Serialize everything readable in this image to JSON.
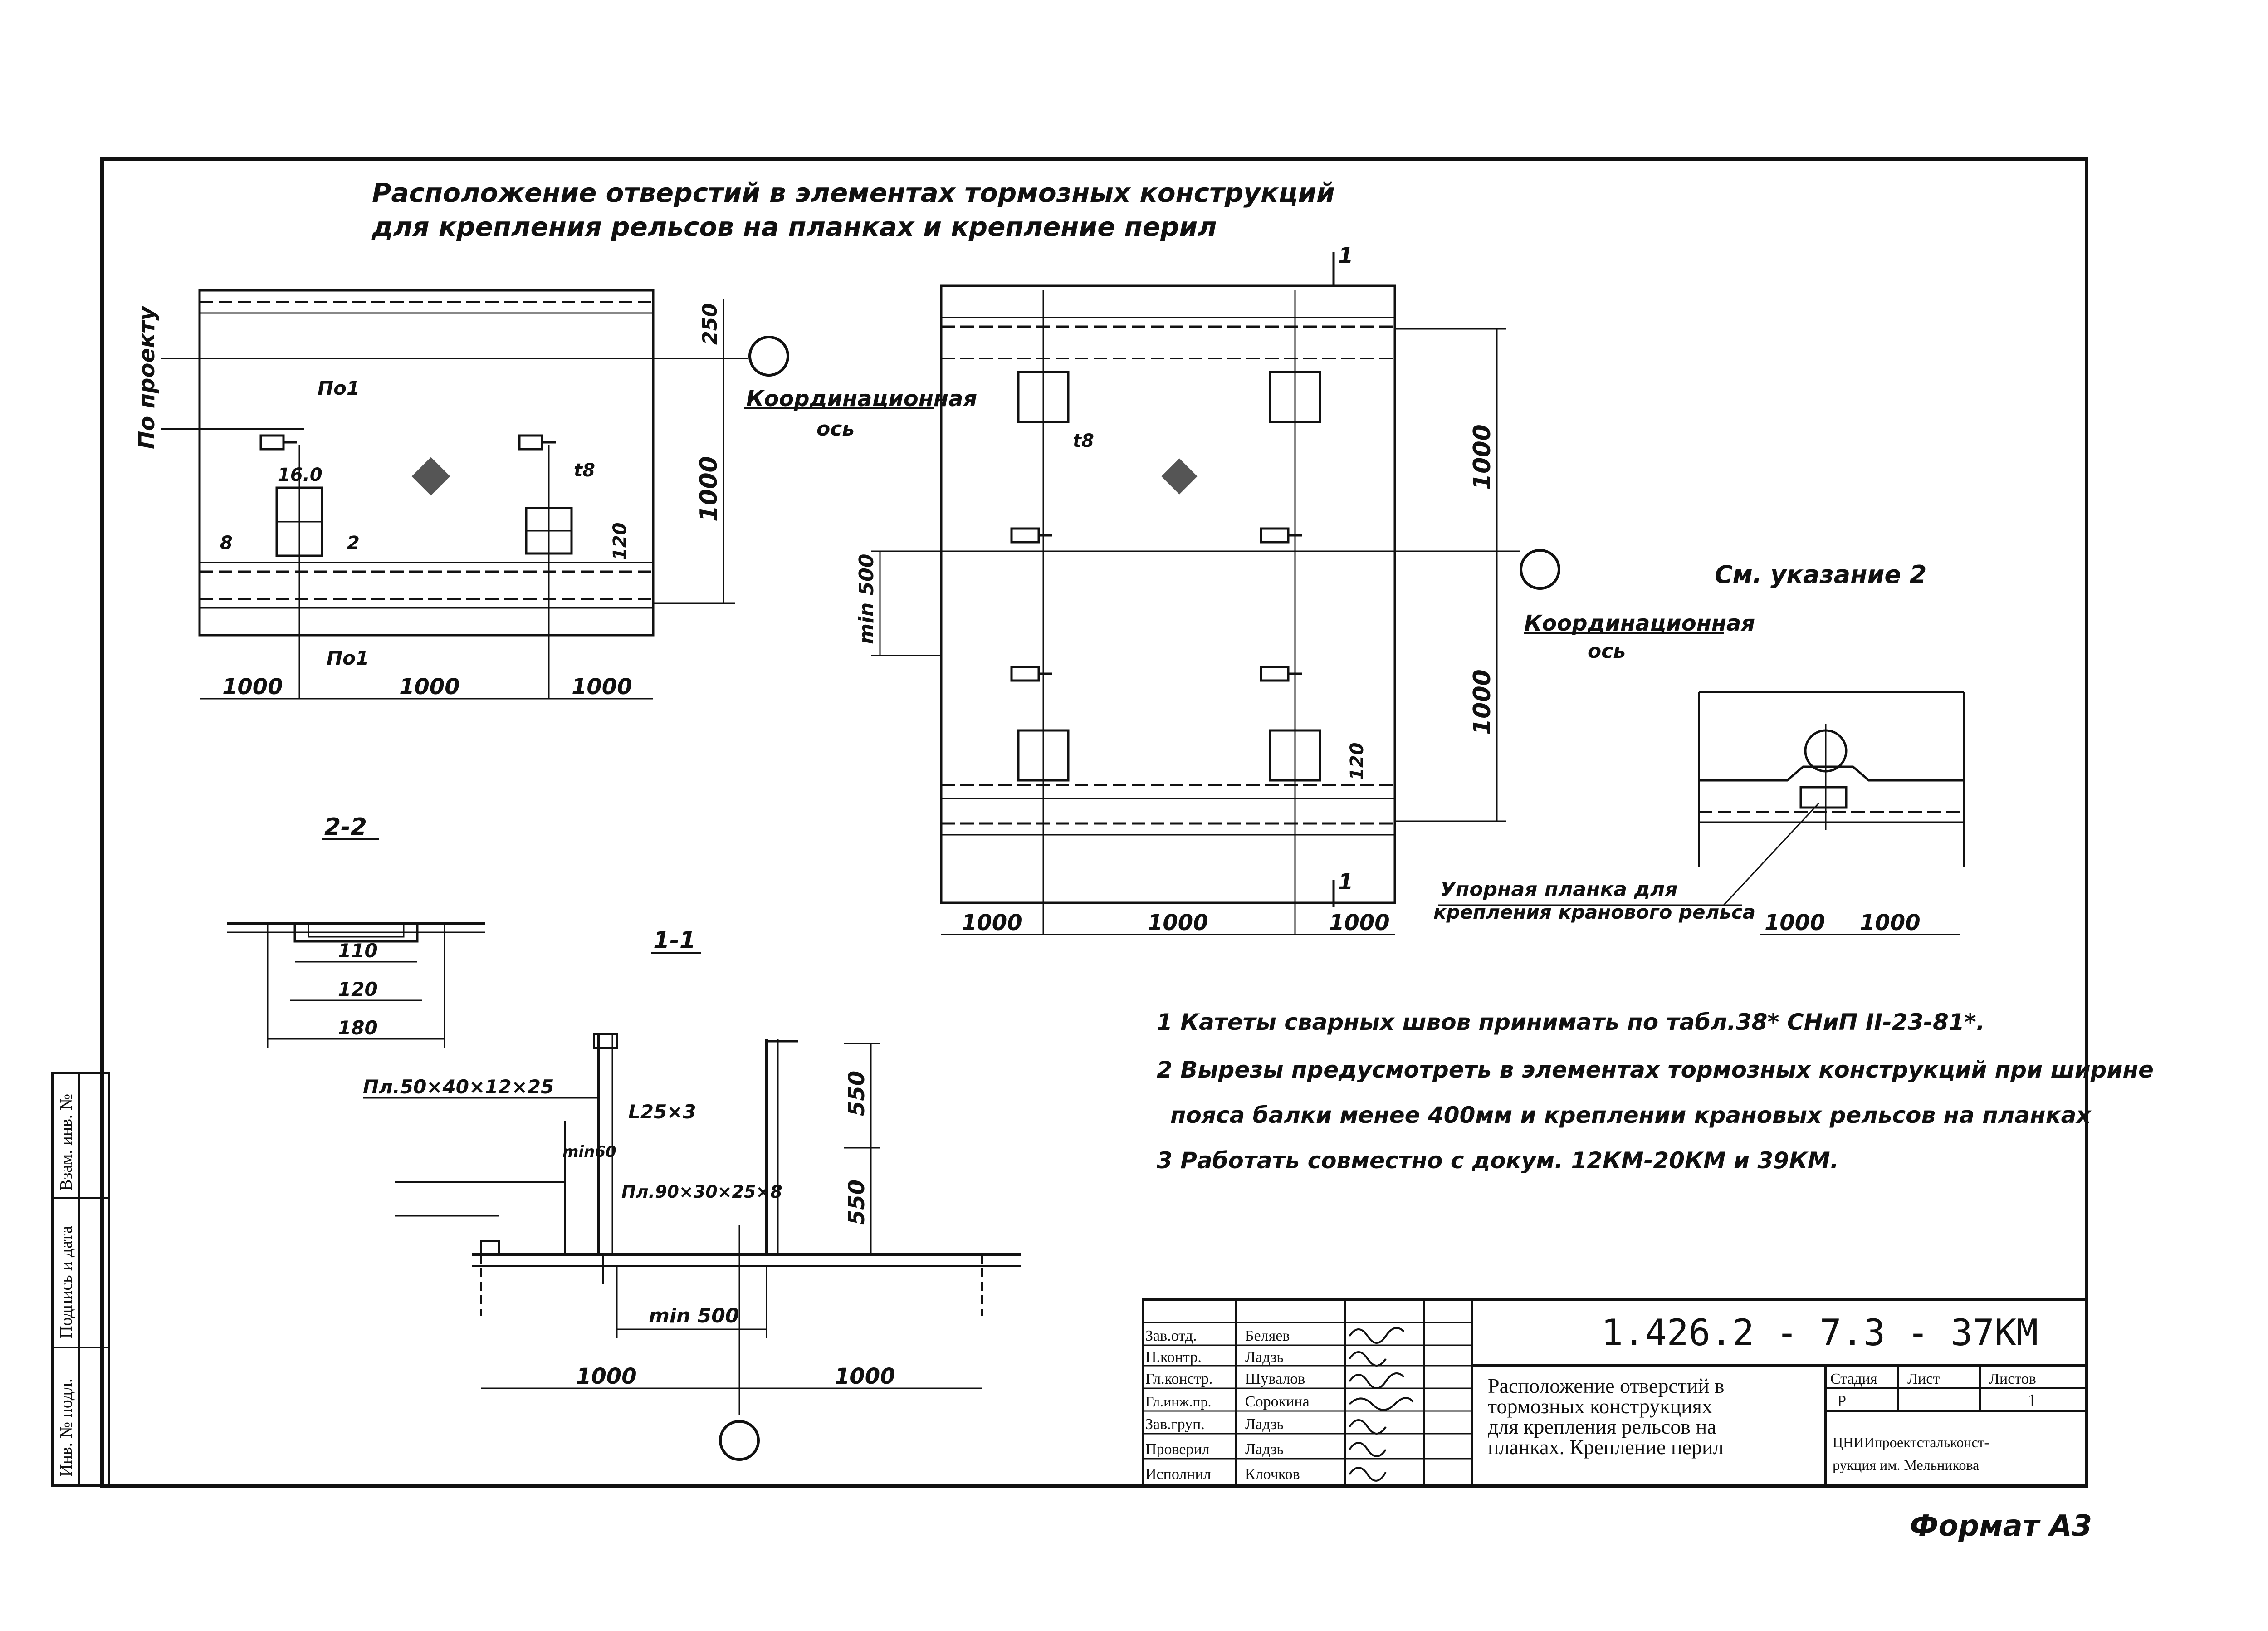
{
  "drawing": {
    "title_line1": "Расположение  отверстий  в элементах тормозных конструкций",
    "title_line2": "для крепления рельсов на планках и крепление перил",
    "plan_left": {
      "label_po_proektu": "По проекту",
      "section_mark_top": "По1",
      "section_mark_bottom": "По1",
      "coord_axis_line1": "Координационная",
      "coord_axis_line2": "ось",
      "dim_250": "250",
      "dim_1000": "1000",
      "dim_120": "120",
      "dim_160": "16.0",
      "dim_t8": "t8",
      "dim_8": "8",
      "dim_2": "2",
      "bottom_dims": [
        "1000",
        "1000",
        "1000"
      ]
    },
    "plan_right": {
      "section_mark": "1",
      "dim_1000_top": "1000",
      "dim_1000_bottom": "1000",
      "dim_min500": "min 500",
      "dim_120": "120",
      "dim_t8": "t8",
      "coord_axis_line1": "Координационная",
      "coord_axis_line2": "ось",
      "see_note": "См. указание 2",
      "bottom_dims": [
        "1000",
        "1000",
        "1000"
      ]
    },
    "detail_right": {
      "stop_plate_line1": "Упорная планка для",
      "stop_plate_line2": "крепления кранового рельса",
      "bottom_dims": [
        "1000",
        "1000"
      ]
    },
    "section_2_2": {
      "title": "2-2",
      "dims": [
        "110",
        "120",
        "180"
      ]
    },
    "section_1_1": {
      "title": "1-1",
      "label_plate": "Пл.50×40×12×25",
      "label_angle": "L25×3",
      "label_plate2": "Пл.90×30×25×8",
      "label_min60": "min60",
      "dim_550_top": "550",
      "dim_550_bottom": "550",
      "dim_min500": "min 500",
      "bottom_dims": [
        "1000",
        "1000"
      ]
    },
    "notes": [
      "1 Катеты сварных швов принимать по табл.38* СНиП II-23-81*.",
      "2 Вырезы предусмотреть в элементах тормозных конструкций при ширине",
      "пояса балки менее 400мм и креплении крановых рельсов на планках",
      "3 Работать совместно с докум. 12КМ-20КМ и 39КМ."
    ]
  },
  "side_stamp": {
    "cells": [
      "Взам. инв. №",
      "Подпись и дата",
      "Инв. № подл."
    ]
  },
  "title_block": {
    "code": "1.426.2 - 7.3 - 37КМ",
    "roles": [
      "Зав.отд.",
      "Н.контр.",
      "Гл.констр.",
      "Гл.инж.пр.",
      "Зав.груп.",
      "Проверил",
      "Исполнил"
    ],
    "names": [
      "Беляев",
      "Ладзь",
      "Шувалов",
      "Сорокина",
      "Ладзь",
      "Ладзь",
      "Клочков"
    ],
    "title_lines": [
      "Расположение отверстий в",
      "тормозных конструкциях",
      "для крепления рельсов на",
      "планках. Крепление перил"
    ],
    "stage_header": "Стадия",
    "sheet_header": "Лист",
    "sheets_header": "Листов",
    "stage_value": "Р",
    "sheet_value": "",
    "sheets_value": "1",
    "org_line1": "ЦНИИпроектстальконст-",
    "org_line2": "рукция им. Мельникова"
  },
  "format_label": "Формат А3"
}
